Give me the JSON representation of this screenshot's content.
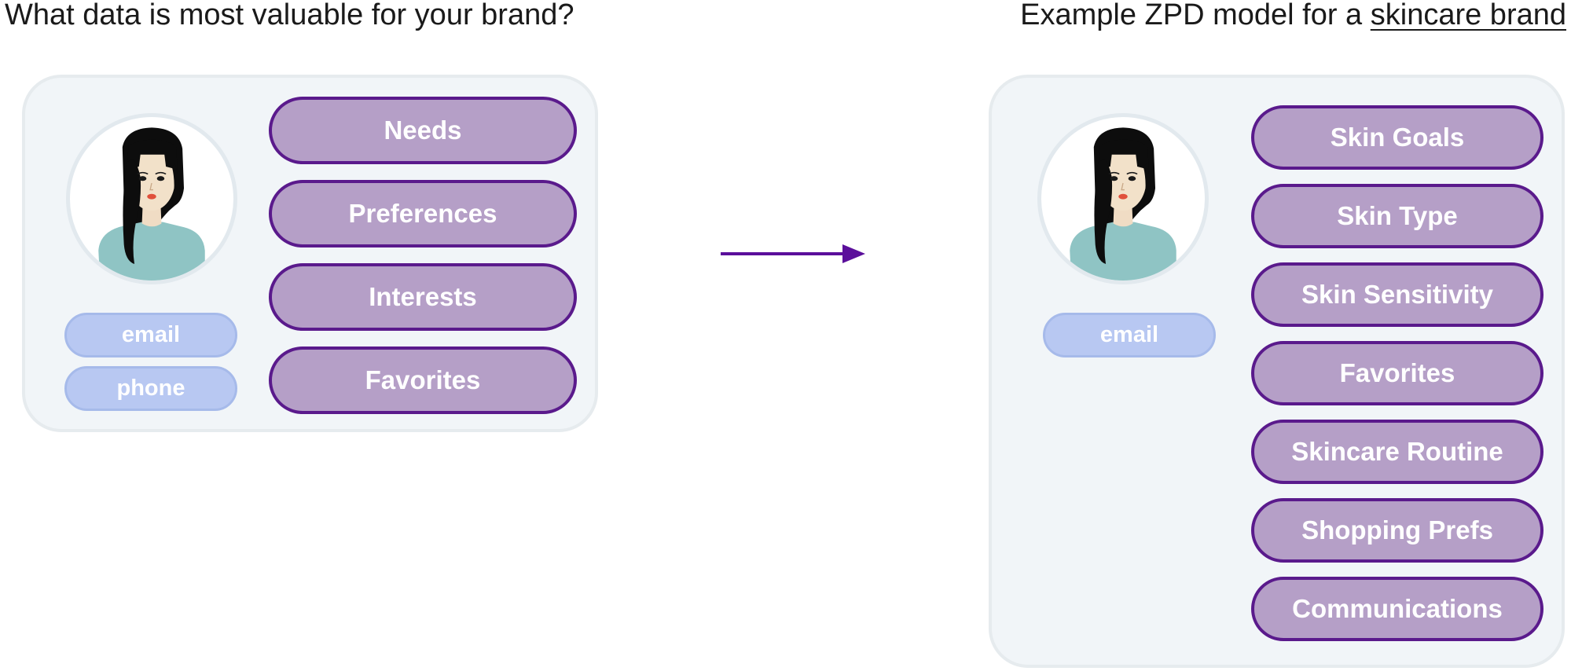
{
  "left": {
    "heading": "What data is most valuable for your brand?",
    "contacts": [
      "email",
      "phone"
    ],
    "fields": [
      "Needs",
      "Preferences",
      "Interests",
      "Favorites"
    ]
  },
  "right": {
    "heading_prefix": "Example ZPD model for a ",
    "heading_emphasis": "skincare brand",
    "contacts": [
      "email"
    ],
    "fields": [
      "Skin Goals",
      "Skin Type",
      "Skin Sensitivity",
      "Favorites",
      "Skincare Routine",
      "Shopping Prefs",
      "Communications"
    ]
  },
  "colors": {
    "field_fill": "#b59fc7",
    "field_border": "#5a1a8c",
    "contact_fill": "#b8c8f2",
    "panel_fill": "#f1f5f8",
    "arrow": "#5b0f9b"
  }
}
